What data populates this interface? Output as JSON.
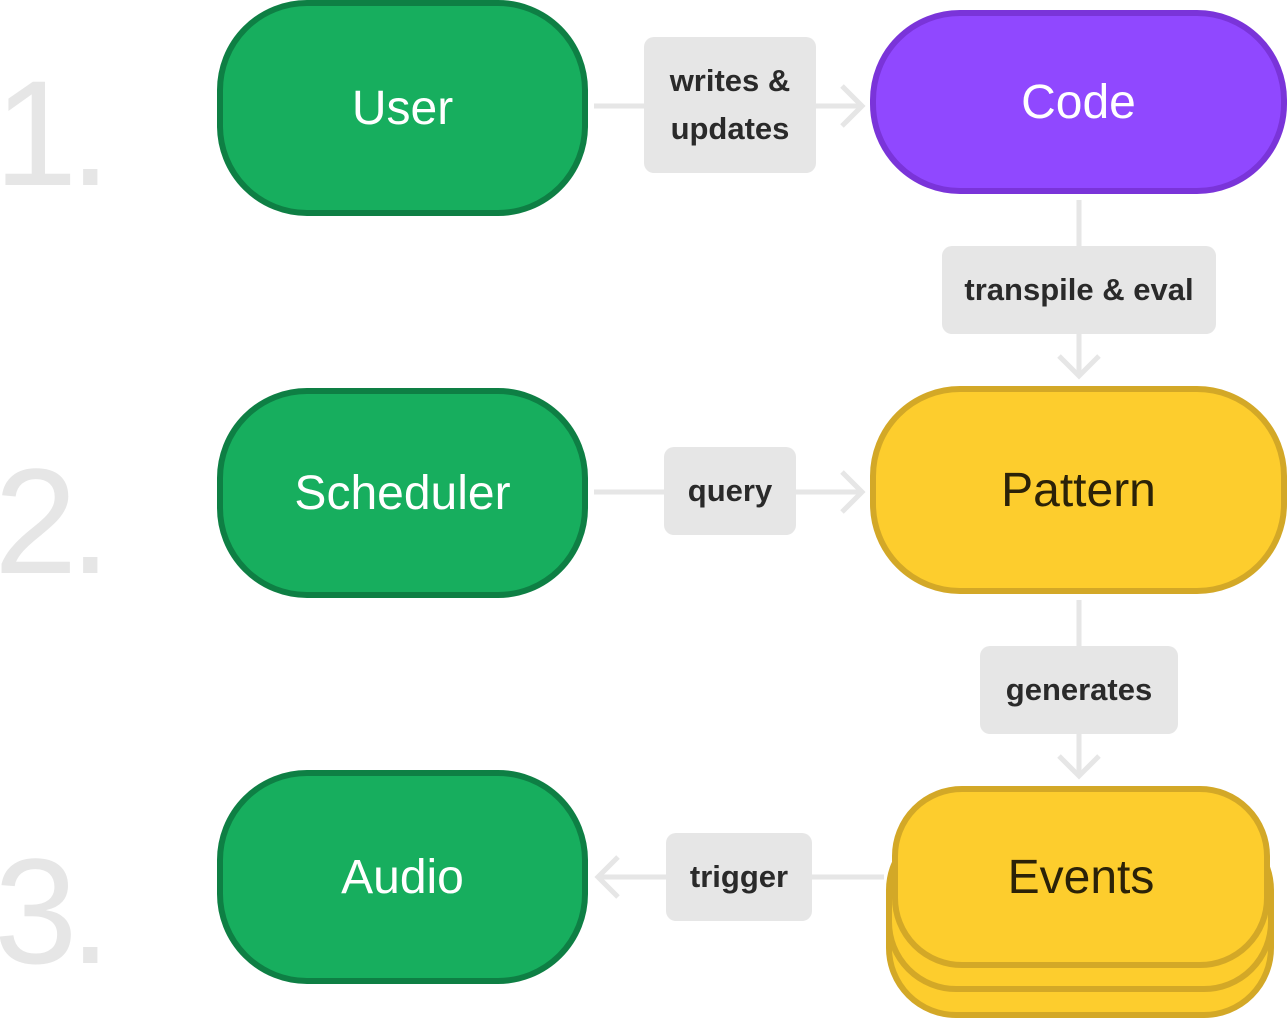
{
  "steps": {
    "one": "1.",
    "two": "2.",
    "three": "3."
  },
  "nodes": {
    "user": "User",
    "code": "Code",
    "scheduler": "Scheduler",
    "pattern": "Pattern",
    "audio": "Audio",
    "events": "Events"
  },
  "edges": {
    "writes_updates": [
      "writes &",
      "updates"
    ],
    "transpile_eval": "transpile & eval",
    "query": "query",
    "generates": "generates",
    "trigger": "trigger"
  },
  "colors": {
    "actor_fill": "#17ae5e",
    "code_fill": "#9048ff",
    "pattern_fill": "#fdcd2d",
    "label_bg": "#e6e6e6",
    "connector": "#e6e6e6",
    "step_number": "#e6e6e6"
  }
}
